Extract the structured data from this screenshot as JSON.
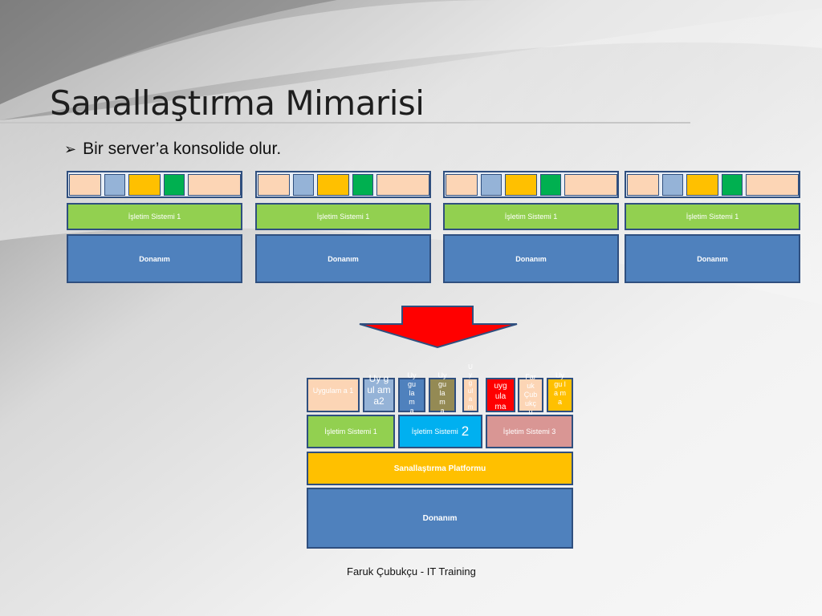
{
  "slide": {
    "title": "Sanallaştırma Mimarisi",
    "bullet": "Bir server’a konsolide olur.",
    "footer": "Faruk Çubukçu - IT Training"
  },
  "servers": [
    {
      "os": "İşletim  Sistemi  1",
      "hw": "Donanım"
    },
    {
      "os": "İşletim  Sistemi  1",
      "hw": "Donanım"
    },
    {
      "os": "İşletim  Sistemi  1",
      "hw": "Donanım"
    },
    {
      "os": "İşletim  Sistemi  1",
      "hw": "Donanım"
    }
  ],
  "colors": {
    "app_peach": "#fcd5b5",
    "app_blue": "#95b3d7",
    "app_yellow": "#ffc000",
    "app_green": "#00b050",
    "os_green": "#92d050",
    "hw_blue": "#4f81bd",
    "arrow_red": "#ff0000",
    "os2_blue": "#00b0f0",
    "os3_rose": "#d99694",
    "olive": "#948a54"
  },
  "virtual": {
    "app1": "Uygulam a 1",
    "app2": "Uy gul am a2",
    "app_blue_small": "Uy gu la m a",
    "app_olive": "Uy gu la m a",
    "app_narrow": "U y g ul a m a",
    "app_red": "uyg ula ma",
    "app_peach": "Far uk Çub ukç u",
    "app_yellow": "Uy gu la m a",
    "os1": "İşletim Sistemi 1",
    "os2": "İşletim  Sistemi",
    "os2_num": "2",
    "os3": "İşletim  Sistemi 3",
    "platform": "Sanallaştırma Platformu",
    "hw": "Donanım"
  }
}
